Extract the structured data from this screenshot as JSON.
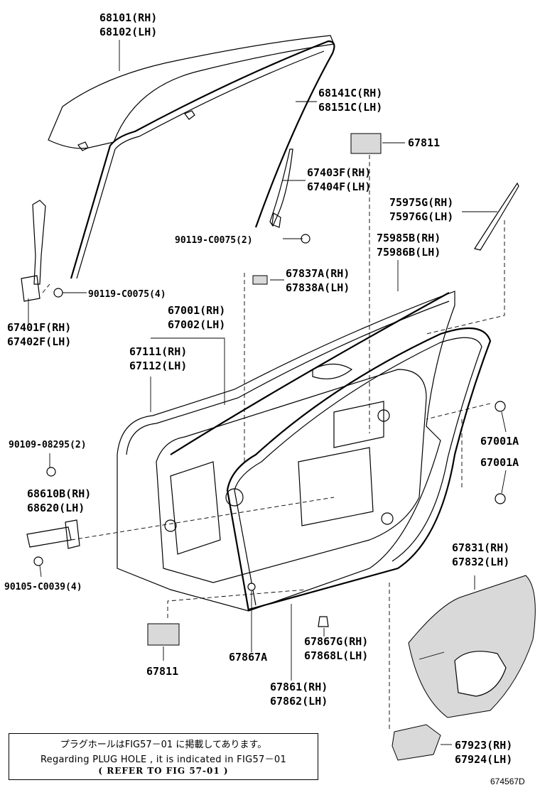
{
  "labels": {
    "p68101": "68101(RH)",
    "p68102": "68102(LH)",
    "p68141": "68141C(RH)",
    "p68151": "68151C(LH)",
    "p67811a": "67811",
    "p67403": "67403F(RH)",
    "p67404": "67404F(LH)",
    "p75975": "75975G(RH)",
    "p75976": "75976G(LH)",
    "p90119a": "90119-C0075(2)",
    "p75985": "75985B(RH)",
    "p75986": "75986B(LH)",
    "p67837": "67837A(RH)",
    "p67838": "67838A(LH)",
    "p90119b": "90119-C0075(4)",
    "p67001": "67001(RH)",
    "p67002": "67002(LH)",
    "p67401": "67401F(RH)",
    "p67402": "67402F(LH)",
    "p67111": "67111(RH)",
    "p67112": "67112(LH)",
    "p90109": "90109-08295(2)",
    "p67001A1": "67001A",
    "p67001A2": "67001A",
    "p68610": "68610B(RH)",
    "p68620": "68620(LH)",
    "p67831": "67831(RH)",
    "p67832": "67832(LH)",
    "p90105": "90105-C0039(4)",
    "p67867G": "67867G(RH)",
    "p67868L": "67868L(LH)",
    "p67811b": "67811",
    "p67867A": "67867A",
    "p67861": "67861(RH)",
    "p67862": "67862(LH)",
    "p67923": "67923(RH)",
    "p67924": "67924(LH)"
  },
  "note": {
    "line1": "プラグホールはFIG57－01 に掲載してあります。",
    "line2": "Regarding PLUG HOLE , it is indicated in FIG57－01",
    "line3": "( REFER TO FIG 57-01 )"
  },
  "figure_code": "674567D"
}
